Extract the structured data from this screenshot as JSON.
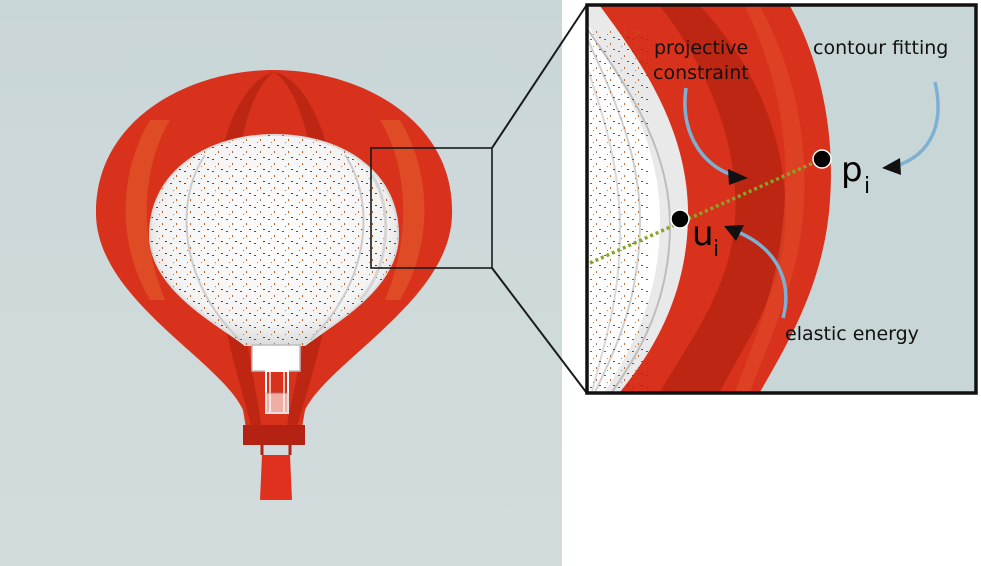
{
  "colors": {
    "sky": "#cdd9da",
    "balloon_red": "#d8321c",
    "balloon_dark": "#b01f10",
    "mesh_white": "#ffffff",
    "arrow_blue": "#7eb0d4",
    "dotted_line": "#8aa428"
  },
  "labels": {
    "projective_line1": "projective",
    "projective_line2": "constraint",
    "contour": "contour fitting",
    "elastic": "elastic energy",
    "p_symbol": "p",
    "p_sub": "i",
    "u_symbol": "u",
    "u_sub": "i"
  }
}
